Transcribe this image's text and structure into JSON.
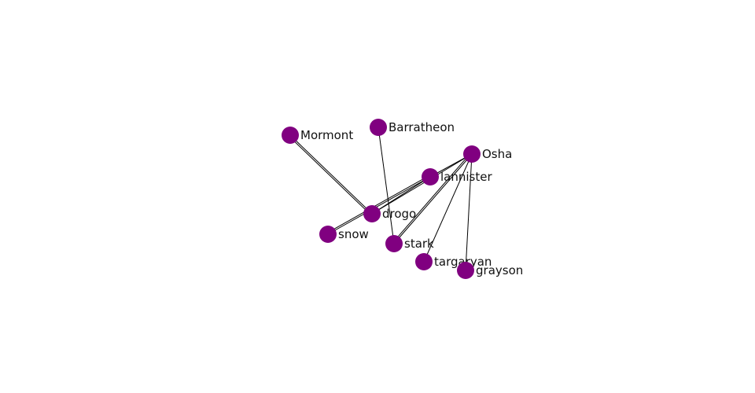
{
  "graph": {
    "node_color": "#800080",
    "edge_color": "#000000",
    "nodes": [
      {
        "id": "Mormont",
        "label": "Mormont"
      },
      {
        "id": "Barratheon",
        "label": "Barratheon"
      },
      {
        "id": "Osha",
        "label": "Osha"
      },
      {
        "id": "lannister",
        "label": "lannister"
      },
      {
        "id": "drogo",
        "label": "drogo"
      },
      {
        "id": "snow",
        "label": "snow"
      },
      {
        "id": "stark",
        "label": "stark"
      },
      {
        "id": "targaryan",
        "label": "targaryan"
      },
      {
        "id": "grayson",
        "label": "grayson"
      }
    ],
    "edges": [
      {
        "source": "Mormont",
        "target": "drogo"
      },
      {
        "source": "Mormont",
        "target": "drogo"
      },
      {
        "source": "Barratheon",
        "target": "stark"
      },
      {
        "source": "Osha",
        "target": "drogo"
      },
      {
        "source": "Osha",
        "target": "lannister"
      },
      {
        "source": "Osha",
        "target": "stark"
      },
      {
        "source": "Osha",
        "target": "stark"
      },
      {
        "source": "Osha",
        "target": "targaryan"
      },
      {
        "source": "Osha",
        "target": "grayson"
      },
      {
        "source": "lannister",
        "target": "drogo"
      },
      {
        "source": "lannister",
        "target": "snow"
      },
      {
        "source": "lannister",
        "target": "snow"
      }
    ]
  }
}
